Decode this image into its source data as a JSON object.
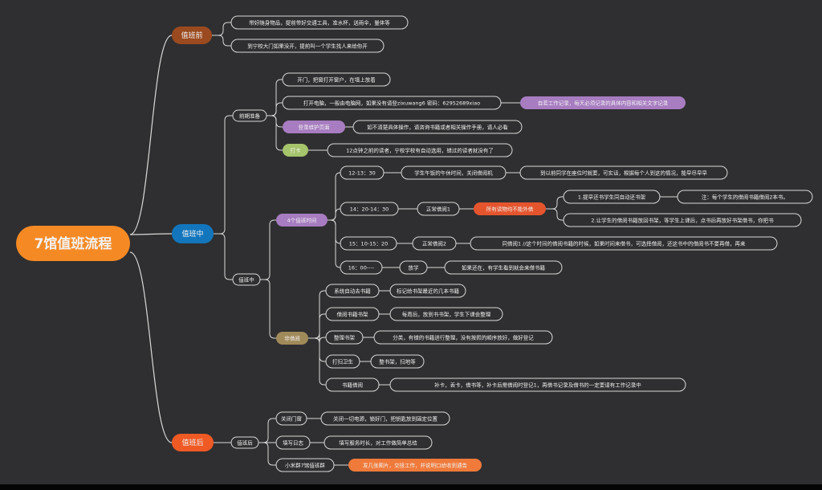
{
  "colors": {
    "background": "#2f2f31",
    "bottom_bar": "#050505",
    "line": "#d9d9d9",
    "root": "#f58a25",
    "before": "#9a4a1e",
    "during": "#1376bd",
    "after": "#ef5a24",
    "purple": "#a77cc0",
    "olive": "#a08a5a",
    "green": "#a5c46c",
    "red": "#e4552e",
    "orange_leaf": "#f07a3a",
    "text_light": "#f2f2f2"
  },
  "root": {
    "label": "7馆值班流程"
  },
  "before": {
    "label": "值班前",
    "items": [
      "带好随身物品，提前带好交通工具，准水杯，送雨伞，量体等",
      "到宁校大门如果没开，提前叫一个学生找人来给你开"
    ]
  },
  "during": {
    "label": "值班中",
    "prep": {
      "label": "前期准备",
      "items": [
        {
          "text": "开门，把窗打开窗户，在墙上放着"
        },
        {
          "text": "打开电脑，一般由电脑网，如果没有请登zixuwang6  密码：62952689xiao",
          "note": "自若工作记录，每天必须记录的具体内容和相关文字记录"
        },
        {
          "text": "登录维护页面",
          "note": "如不清楚具体操作，请咨询书籍或者相关操作手册，请人必看"
        },
        {
          "text": "打卡",
          "note": "12点钟之前的读者，宁校学校有自动选用，错过的读者就没有了"
        }
      ]
    },
    "shift": {
      "label": "值班中",
      "periods": {
        "label": "4个值班时间",
        "rows": [
          {
            "time": "12-13：30",
            "kind": "学生午饭的午休时间，关闭借阅机",
            "desc": "到以前同学在座位时就要，可实话，根据每个人到这的情况，能早尽早早"
          },
          {
            "time": "14：20-14：30",
            "kind": "正常借阅1",
            "tag": "所有读物均不能外借",
            "subs": [
              "1.提早还书学生同自动还书架",
              "2.让学生的借阅书籍放回书架，等学生上课后，点书后再放好书架借书，你把书"
            ],
            "note": "注：每个学生的借阅书籍借阅2本书。"
          },
          {
            "time": "15：10-15：20",
            "kind": "正常借阅2",
            "desc": "同借阅1  //这个时间的借阅书籍的时候，如果时间来借书，可选择借阅，还这书中的借阅书不要再借，再来"
          },
          {
            "time": "16：00----",
            "kind": "放学",
            "desc": "如果还在，有学生看到就会来借书籍"
          }
        ]
      },
      "misc": {
        "label": "非借阅",
        "rows": [
          {
            "head": "系统自动去书籍",
            "desc": "标记给书架最近的几本书籍"
          },
          {
            "head": "借阅书籍书架",
            "desc": "每周后，放到书书架，学生下课会整理"
          },
          {
            "head": "整理书架",
            "desc": "分类，有错的书籍进行整理，没有按照的顺序放好，做好登记"
          },
          {
            "head": "打扫卫生",
            "desc": "整书架，扫地等"
          },
          {
            "head": "书籍借阅",
            "desc": "补卡，丢卡，借书等，补卡后需借阅时登记1，再借书记录及借书的一定要请有工作记录中"
          }
        ]
      }
    }
  },
  "after": {
    "label": "值班后",
    "group": "值班后",
    "items": [
      {
        "head": "关闭门窗",
        "desc": "关闭一切电源，锁好门，把钥匙放到固定位置"
      },
      {
        "head": "填写日志",
        "desc": "填写服务时长，对工作做简单总结"
      },
      {
        "head": "小米群7馆值班群",
        "desc": "发几张图片，交接工作，并说明口给收到通告"
      }
    ]
  }
}
